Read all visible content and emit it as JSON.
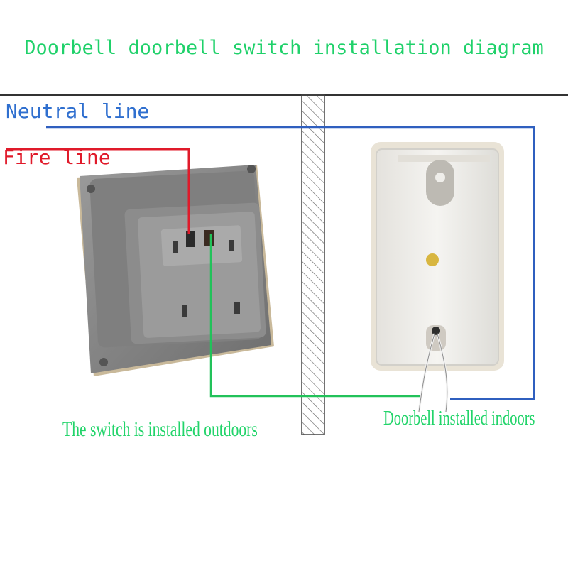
{
  "diagram": {
    "title": "Doorbell doorbell switch installation diagram",
    "labels": {
      "neutral_line": "Neutral line",
      "fire_line": "Fire line",
      "switch_caption": "The switch is installed outdoors",
      "doorbell_caption": "Doorbell installed indoors"
    },
    "colors": {
      "title": "#1fd16a",
      "neutral_wire": "#2f5fbf",
      "fire_wire": "#e01a2a",
      "switch_wire": "#22c25a",
      "wall_hatch": "#555555"
    },
    "icons": {
      "switch": "wall-switch-back-panel",
      "doorbell": "doorbell-unit-back",
      "wall": "hatched-wall"
    }
  }
}
